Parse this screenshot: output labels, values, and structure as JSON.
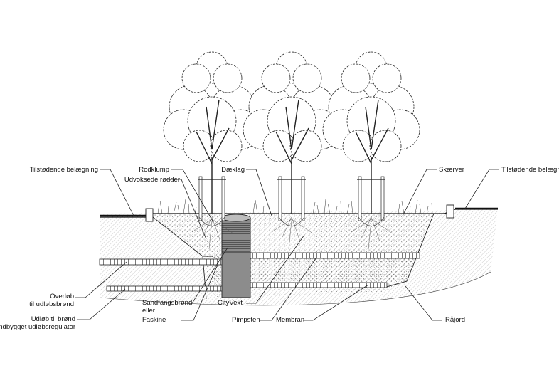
{
  "labels": {
    "tilstodende_left": "Tilstødende belægning",
    "rodklump": "Rodklump",
    "udvoksede": "Udvoksede rødder",
    "daeklag": "Dæklag",
    "skaerver": "Skærver",
    "tilstodende_right": "Tilstødende belægning",
    "overlob_1": "Overløb",
    "overlob_2": "til udløbsbrønd",
    "udlob_1": "Udløb til brønd",
    "udlob_2": "med indbygget udløbsregulator",
    "sandfang_1": "Sandfangsbrønd",
    "sandfang_2": "eller",
    "faskine": "Faskine",
    "cityvext": "CityVext",
    "pimpsten": "Pimpsten",
    "membran": "Membran",
    "rajord": "Råjord"
  },
  "colors": {
    "line": "#1a1a1a",
    "well": "#8c8c8c",
    "soil_hatch": "#9a9a9a"
  },
  "icons": {
    "tree": "deciduous-tree-icon",
    "well": "sand-trap-well-icon"
  }
}
